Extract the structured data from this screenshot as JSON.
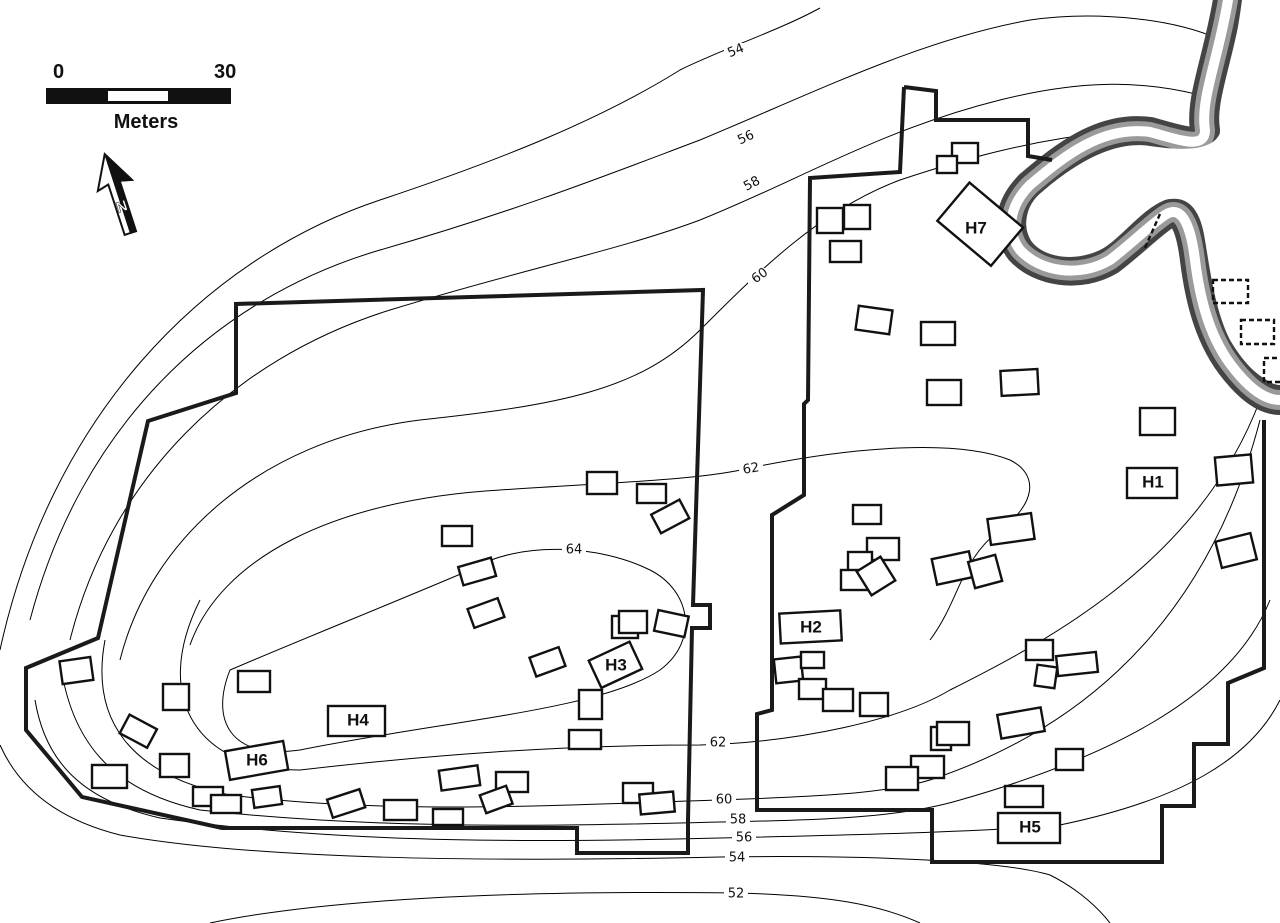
{
  "scale_bar": {
    "start_label": "0",
    "end_label": "30",
    "unit_label": "Meters"
  },
  "north_arrow": {
    "icon": "north-arrow-icon",
    "letter": "N"
  },
  "contour_labels": [
    "54",
    "56",
    "58",
    "60",
    "62",
    "64",
    "62",
    "60",
    "58",
    "56",
    "54",
    "52"
  ],
  "house_labels": [
    "H1",
    "H2",
    "H3",
    "H4",
    "H5",
    "H6",
    "H7"
  ],
  "colors": {
    "ink": "#111111",
    "river_shade": "#9a9a9a",
    "background": "#ffffff"
  }
}
